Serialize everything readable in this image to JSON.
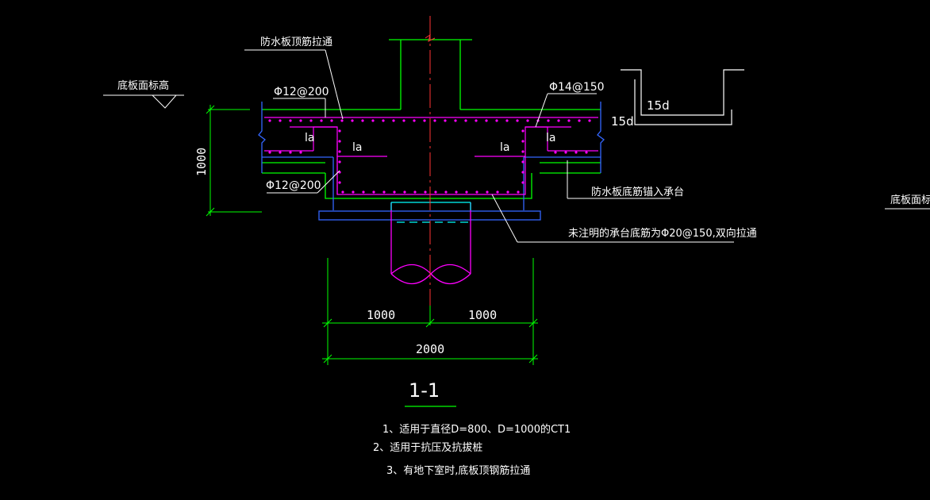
{
  "colors": {
    "background": "#000000",
    "green": "#00ff00",
    "blue": "#3366ff",
    "magenta": "#ff00ff",
    "cyan": "#00ffff",
    "white": "#ffffff",
    "red": "#ff3333"
  },
  "labels": {
    "top_bar_through": "防水板顶筋拉通",
    "floor_level_left": "底板面标高",
    "floor_level_right": "底板面标高",
    "rebar_top_left": "Φ12@200",
    "rebar_top_right": "Φ14@150",
    "rebar_bottom_left": "Φ12@200",
    "anchor_la_1": "la",
    "anchor_la_2": "la",
    "anchor_la_3": "la",
    "anchor_la_4": "la",
    "bottom_bar_anchor": "防水板底筋锚入承台",
    "cap_bottom_bar_note": "未注明的承台底筋为Φ20@150,双向拉通",
    "hook_15d_a": "15d",
    "hook_15d_b": "15d"
  },
  "dimensions": {
    "height": "1000",
    "left_half": "1000",
    "right_half": "1000",
    "total": "2000"
  },
  "section": {
    "title": "1-1"
  },
  "notes": [
    "1、适用于直径D=800、D=1000的CT1",
    "2、适用于抗压及抗拔桩",
    "3、有地下室时,底板顶钢筋拉通"
  ]
}
